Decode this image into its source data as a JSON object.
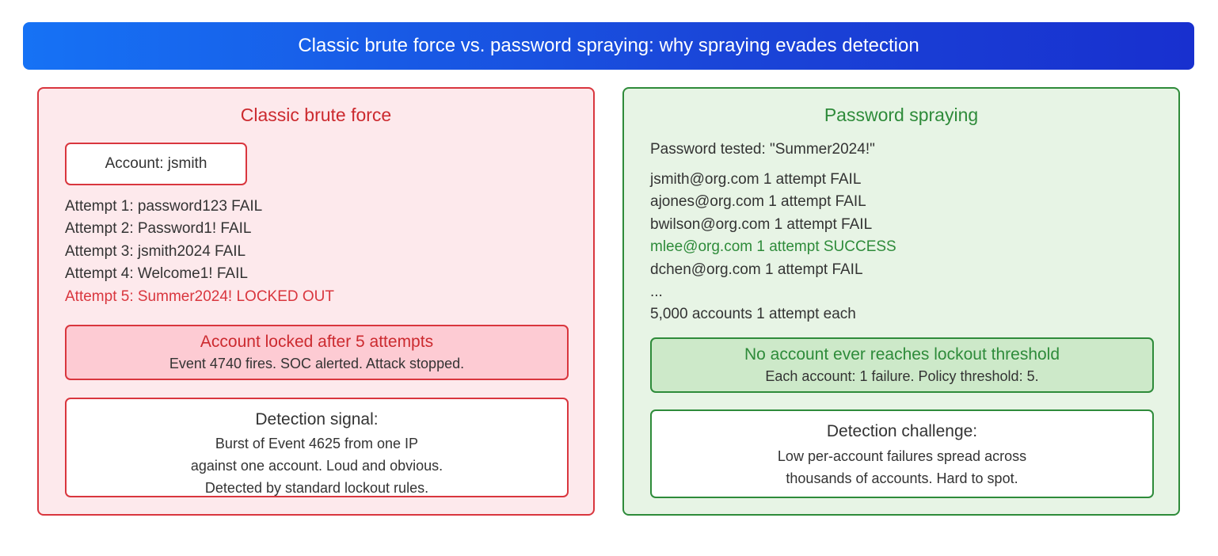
{
  "title": "Classic brute force vs. password spraying: why spraying evades detection",
  "brute_force": {
    "title": "Classic brute force",
    "account": "Account: jsmith",
    "attempts": [
      "Attempt 1: password123 FAIL",
      "Attempt 2: Password1! FAIL",
      "Attempt 3: jsmith2024 FAIL",
      "Attempt 4: Welcome1! FAIL",
      "Attempt 5: Summer2024! LOCKED OUT"
    ],
    "lock_title": "Account locked after 5 attempts",
    "lock_text": "Event 4740 fires. SOC alerted. Attack stopped.",
    "signal_title": "Detection signal:",
    "signal_line1": "Burst of Event 4625 from one IP",
    "signal_line2": "against one account. Loud and obvious.",
    "signal_line3": "Detected by standard lockout rules."
  },
  "spraying": {
    "title": "Password spraying",
    "password_tested": "Password tested: \"Summer2024!\"",
    "rows": [
      "jsmith@org.com 1 attempt FAIL",
      "ajones@org.com 1 attempt FAIL",
      "bwilson@org.com 1 attempt FAIL",
      "mlee@org.com 1 attempt SUCCESS",
      "dchen@org.com 1 attempt FAIL",
      "...",
      "5,000 accounts 1 attempt each"
    ],
    "threshold_title": "No account ever reaches lockout threshold",
    "threshold_text": "Each account: 1 failure. Policy threshold: 5.",
    "challenge_title": "Detection challenge:",
    "challenge_line1": "Low per-account failures spread across",
    "challenge_line2": "thousands of accounts. Hard to spot."
  },
  "colors": {
    "banner_start": "#1672f5",
    "banner_end": "#1830cf",
    "red": "#d9363e",
    "green": "#2e8b3a"
  }
}
